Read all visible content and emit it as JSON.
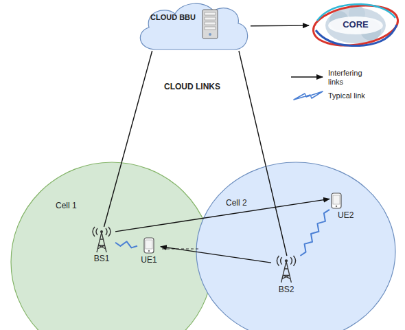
{
  "diagram": {
    "nodes": [
      {
        "text": [
          "CLOUD BBU"
        ]
      },
      {
        "text": [
          "CORE"
        ]
      },
      {
        "text": [
          "Cell 1"
        ]
      },
      {
        "text": [
          "BS1"
        ],
        "in": 2
      },
      {
        "text": [
          "UE1"
        ],
        "in": 2
      },
      {
        "text": [
          "Cell 2"
        ]
      },
      {
        "text": [
          "BS2"
        ],
        "in": 5
      },
      {
        "text": [
          "UE2"
        ],
        "in": 5
      }
    ],
    "edges": [
      {
        "from": 0,
        "to": 1,
        "arrow": "to"
      },
      {
        "from": 0,
        "to": 3,
        "arrow": "none"
      },
      {
        "from": 0,
        "to": 6,
        "arrow": "none"
      },
      {
        "from": 3,
        "to": 7,
        "arrow": "to"
      },
      {
        "from": 6,
        "to": 4,
        "arrow": "to"
      },
      {
        "from": 3,
        "to": 4,
        "arrow": "none"
      },
      {
        "from": 6,
        "to": 7,
        "arrow": "none"
      }
    ],
    "labels": [
      "CLOUD LINKS"
    ],
    "legend": [
      {
        "text": "Interfering links"
      },
      {
        "text": "Typical link"
      }
    ]
  }
}
